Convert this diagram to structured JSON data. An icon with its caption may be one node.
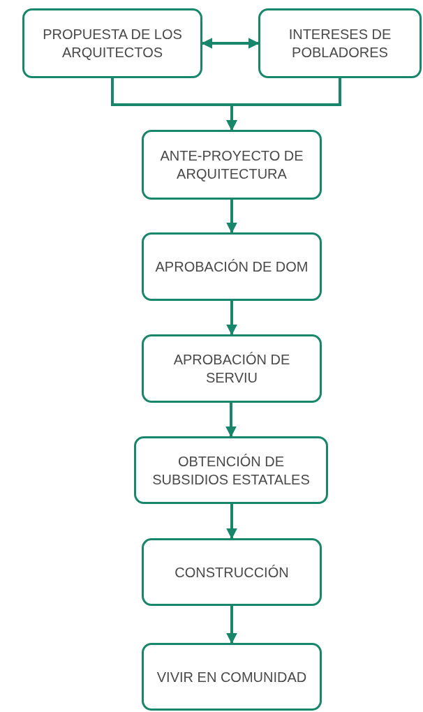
{
  "diagram": {
    "nodes": [
      {
        "text": [
          "PROPUESTA DE LOS ARQUITECTOS"
        ]
      },
      {
        "text": [
          "INTERESES DE POBLADORES"
        ]
      },
      {
        "text": [
          "ANTE-PROYECTO DE ARQUITECTURA"
        ]
      },
      {
        "text": [
          "APROBACIÓN DE DOM"
        ]
      },
      {
        "text": [
          "APROBACIÓN DE SERVIU"
        ]
      },
      {
        "text": [
          "OBTENCIÓN DE SUBSIDIOS ESTATALES"
        ]
      },
      {
        "text": [
          "CONSTRUCCIÓN"
        ]
      },
      {
        "text": [
          "VIVIR EN COMUNIDAD"
        ]
      }
    ],
    "edges": [
      {
        "from": 0,
        "to": 1,
        "arrow": "both"
      },
      {
        "from": 0,
        "to": 2,
        "arrow": "to"
      },
      {
        "from": 1,
        "to": 2,
        "arrow": "to"
      },
      {
        "from": 2,
        "to": 3,
        "arrow": "to"
      },
      {
        "from": 3,
        "to": 4,
        "arrow": "to"
      },
      {
        "from": 4,
        "to": 5,
        "arrow": "to"
      },
      {
        "from": 5,
        "to": 6,
        "arrow": "to"
      },
      {
        "from": 6,
        "to": 7,
        "arrow": "to"
      }
    ]
  }
}
